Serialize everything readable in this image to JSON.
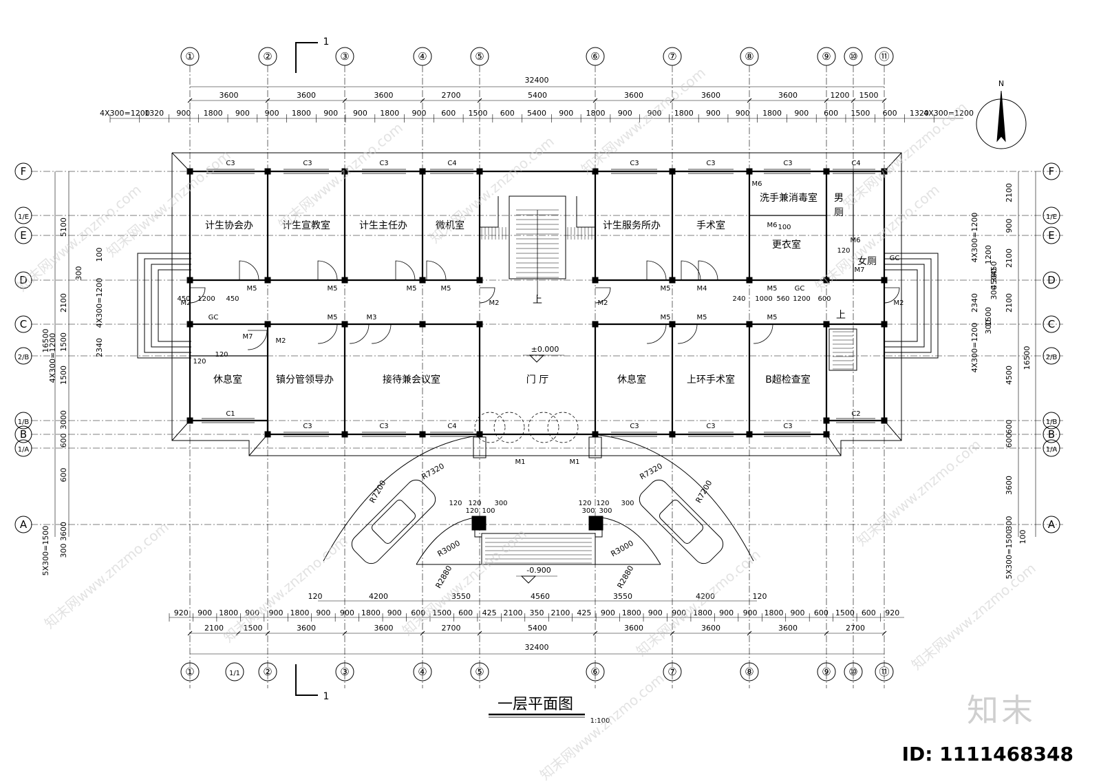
{
  "drawing": {
    "title": "一层平面图",
    "scale": "1:100",
    "section_mark": "1",
    "north": "N",
    "elevation_hall": "±0.000",
    "elevation_ground": "-0.900",
    "stair_up": "上"
  },
  "axes_vertical": [
    "①",
    "②",
    "③",
    "④",
    "⑤",
    "⑥",
    "⑦",
    "⑧",
    "⑨",
    "⑩",
    "⑪"
  ],
  "axis_1_1": "1/1",
  "axes_horizontal": [
    "F",
    "1/E",
    "E",
    "D",
    "C",
    "2/B",
    "1/B",
    "B",
    "1/A",
    "A"
  ],
  "total_length": "32400",
  "top_dims_row1": [
    "3600",
    "3600",
    "3600",
    "2700",
    "5400",
    "3600",
    "3600",
    "3600",
    "1200",
    "1500"
  ],
  "top_dims_row2": [
    "4X300=1200",
    "1320",
    "900",
    "1800",
    "900",
    "900",
    "1800",
    "900",
    "900",
    "1800",
    "900",
    "600",
    "1500",
    "600",
    "5400",
    "900",
    "1800",
    "900",
    "900",
    "1800",
    "900",
    "900",
    "1800",
    "900",
    "600",
    "1500",
    "600",
    "1320",
    "4X300=1200"
  ],
  "bottom_dims_row0": [
    "120",
    "4200",
    "3550",
    "4560",
    "3550",
    "4200",
    "120"
  ],
  "bottom_dims_row1": [
    "920",
    "900",
    "1800",
    "900",
    "900",
    "1800",
    "900",
    "900",
    "1800",
    "900",
    "600",
    "1500",
    "600",
    "425",
    "2100",
    "350",
    "2100",
    "425",
    "900",
    "1800",
    "900",
    "900",
    "1800",
    "900",
    "900",
    "1800",
    "900",
    "600",
    "1500",
    "600",
    "920"
  ],
  "bottom_dims_row2": [
    "2100",
    "1500",
    "3600",
    "3600",
    "2700",
    "5400",
    "3600",
    "3600",
    "3600",
    "2700"
  ],
  "left_dims": [
    "5100",
    "2100",
    "1500",
    "300",
    "16500",
    "1500",
    "3000",
    "600",
    "600",
    "3600",
    "300",
    "5X300=1500",
    "100",
    "4X300=1200",
    "2340",
    "4X300=1200"
  ],
  "right_dims": [
    "2100",
    "900",
    "2100",
    "2100",
    "4500",
    "600",
    "600",
    "3600",
    "300",
    "5X300=1500",
    "100",
    "16500",
    "4X300=1200",
    "1200",
    "450",
    "300",
    "450",
    "300",
    "2340",
    "1500",
    "300",
    "4X300=1200"
  ],
  "rooms": {
    "r1": "计生协会办",
    "r2": "计生宣教室",
    "r3": "计生主任办",
    "r4": "微机室",
    "r5": "计生服务所办",
    "r6": "手术室",
    "r7": "洗手兼消毒室",
    "r8": "更衣室",
    "r9": "男",
    "r9b": "厕",
    "r10": "女厕",
    "r11": "休息室",
    "r12": "镇分管领导办",
    "r13": "接待兼会议室",
    "r14": "门 厅",
    "r15": "休息室",
    "r16": "上环手术室",
    "r17": "B超检查室"
  },
  "windows": [
    "C3",
    "C3",
    "C3",
    "C4",
    "C3",
    "C3",
    "C3",
    "C4",
    "C1",
    "C3",
    "C3",
    "C4",
    "C3",
    "C3",
    "C3",
    "C2",
    "GC",
    "GC",
    "GC"
  ],
  "doors": [
    "M5",
    "M5",
    "M5",
    "M5",
    "M5",
    "M4",
    "M5",
    "M5",
    "M3",
    "M5",
    "M5",
    "M5",
    "M2",
    "M2",
    "M2",
    "M2",
    "M2",
    "M1",
    "M1",
    "M6",
    "M6",
    "M6",
    "M7",
    "M7"
  ],
  "misc_dims": [
    "450",
    "1200",
    "450",
    "120",
    "120",
    "240",
    "1000",
    "560",
    "1200",
    "600",
    "120",
    "120",
    "120",
    "300",
    "120",
    "120",
    "300",
    "120",
    "100",
    "300",
    "300",
    "100"
  ],
  "radii": [
    "R7320",
    "R7200",
    "R7320",
    "R7200",
    "R3000",
    "R2880",
    "R3000",
    "R2880"
  ],
  "watermark": "知末网www.znzmo.com",
  "brand": "知末",
  "id_label": "ID: 1111468348"
}
